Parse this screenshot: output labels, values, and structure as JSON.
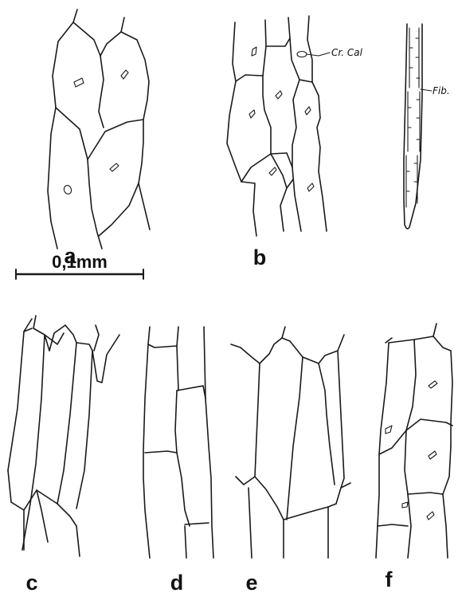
{
  "figure": {
    "panels": [
      {
        "key": "a",
        "label": "a"
      },
      {
        "key": "b",
        "label": "b"
      },
      {
        "key": "c",
        "label": "c"
      },
      {
        "key": "d",
        "label": "d"
      },
      {
        "key": "e",
        "label": "e"
      },
      {
        "key": "f",
        "label": "f"
      }
    ],
    "scale_bar": {
      "label": "0,1mm"
    },
    "annotations": {
      "crystal": "Cr. Cal",
      "fiber": "Fib."
    }
  }
}
